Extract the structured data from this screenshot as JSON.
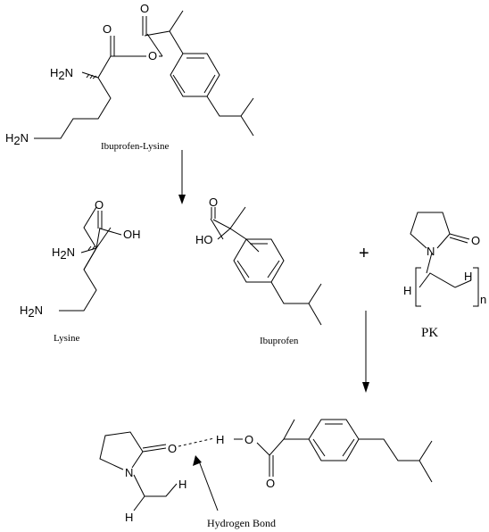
{
  "labels": {
    "ibuprofen_lysine": "Ibuprofen-Lysine",
    "lysine": "Lysine",
    "ibuprofen": "Ibuprofen",
    "pk": "PK",
    "plus": "+",
    "hydrogen_bond": "Hydrogen Bond"
  },
  "atoms": {
    "O": "O",
    "OH": "OH",
    "HO": "HO",
    "H2N": "H2N",
    "H2N_H": "H",
    "H2N_2": "2",
    "H2N_N": "N",
    "N": "N",
    "H": "H",
    "n": "n"
  }
}
